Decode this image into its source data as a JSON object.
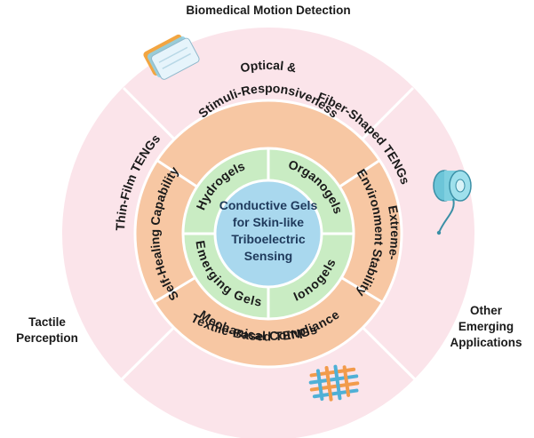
{
  "center": {
    "lines": [
      "Conductive Gels",
      "for Skin-like",
      "Triboelectric",
      "Sensing"
    ]
  },
  "gels": {
    "top_left": "Hydrogels",
    "top_right": "Organogels",
    "bottom_left": "Emerging Gels",
    "bottom_right": "Ionogels"
  },
  "properties": {
    "top_line1": "Optical &",
    "top_line2": "Stimuli-Responsiveness",
    "right_line1": "Extreme-",
    "right_line2": "Environment Stability",
    "bottom": "Mechanical Compliance",
    "left": "Self-Healing Capability"
  },
  "tengs": {
    "thin_film": "Thin-Film TENGs",
    "fiber_shaped": "Fiber-Shaped TENGs",
    "textile_based": "Textile-Based TENGs"
  },
  "applications": {
    "top": "Biomedical Motion Detection",
    "left_line1": "Tactile",
    "left_line2": "Perception",
    "right_line1": "Other",
    "right_line2": "Emerging",
    "right_line3": "Applications"
  },
  "colors": {
    "outer_ring": "#fbe4ea",
    "property_ring": "#f7c7a3",
    "gel_ring": "#c9ecc3",
    "core": "#a9d8ee",
    "divider": "#ffffff"
  }
}
